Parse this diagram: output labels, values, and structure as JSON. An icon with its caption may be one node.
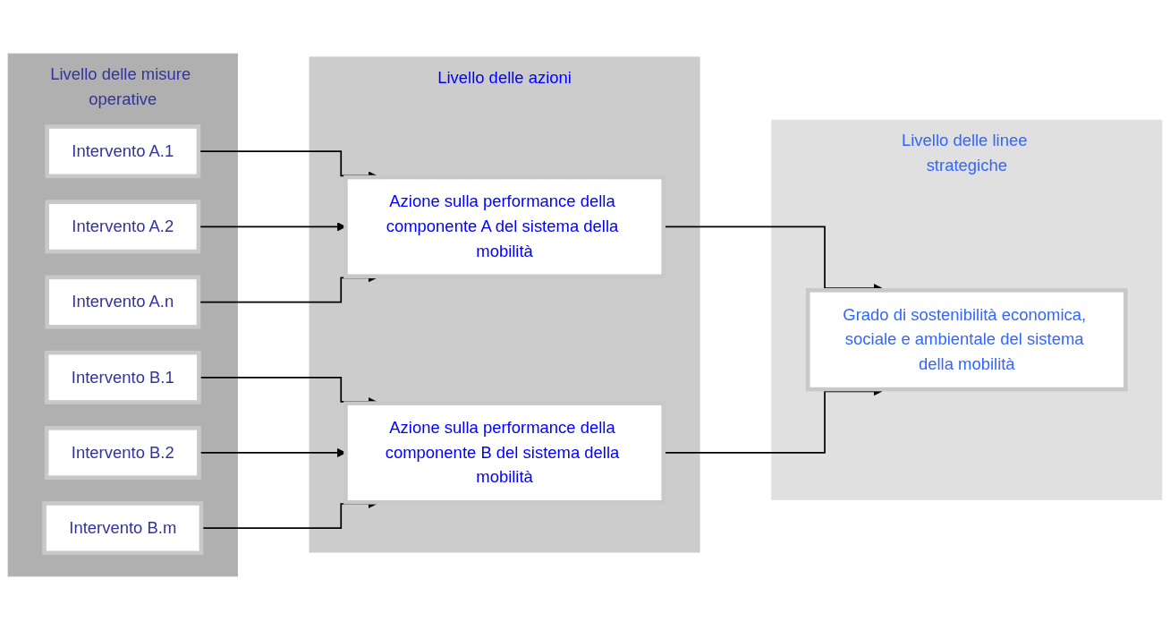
{
  "diagram": {
    "nodes": [
      {
        "text": [
          "Livello delle misure operative"
        ]
      },
      {
        "text": [
          "Intervento A.1"
        ],
        "in": 0
      },
      {
        "text": [
          "Intervento A.2"
        ],
        "in": 0
      },
      {
        "text": [
          "Intervento A.n"
        ],
        "in": 0
      },
      {
        "text": [
          "Intervento B.1"
        ],
        "in": 0
      },
      {
        "text": [
          "Intervento B.2"
        ],
        "in": 0
      },
      {
        "text": [
          "Intervento B.m"
        ],
        "in": 0
      },
      {
        "text": [
          "Livello delle azioni"
        ]
      },
      {
        "text": [
          "Azione sulla performance della componente A del sistema della mobilità"
        ],
        "in": 7
      },
      {
        "text": [
          "Azione sulla performance della componente B del sistema della mobilità"
        ],
        "in": 7
      },
      {
        "text": [
          "Livello delle linee strategiche"
        ]
      },
      {
        "text": [
          "Grado di sostenibilità economica, sociale e ambientale del sistema della mobilità"
        ],
        "in": 10
      }
    ],
    "edges": [
      {
        "from": 1,
        "to": 8,
        "arrow": "to"
      },
      {
        "from": 2,
        "to": 8,
        "arrow": "to"
      },
      {
        "from": 3,
        "to": 8,
        "arrow": "to"
      },
      {
        "from": 4,
        "to": 9,
        "arrow": "to"
      },
      {
        "from": 5,
        "to": 9,
        "arrow": "to"
      },
      {
        "from": 6,
        "to": 9,
        "arrow": "to"
      },
      {
        "from": 8,
        "to": 11,
        "arrow": "to"
      },
      {
        "from": 9,
        "to": 11,
        "arrow": "to"
      }
    ]
  }
}
